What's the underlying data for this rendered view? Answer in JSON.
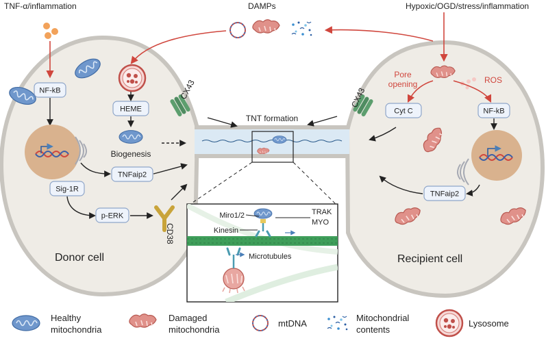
{
  "top_labels": {
    "left": "TNF-α/inflammation",
    "center": "DAMPs",
    "right": "Hypoxic/OGD/stress/inflammation"
  },
  "donor": {
    "name": "Donor cell",
    "boxes": {
      "nfkb": "NF-kB",
      "heme": "HEME",
      "tnfaip2": "TNFaip2",
      "sig1r": "Sig-1R",
      "perk": "p-ERK"
    },
    "biogenesis": "Biogenesis",
    "cd38": "CD38",
    "cx43": "CX43"
  },
  "recipient": {
    "name": "Recipient cell",
    "boxes": {
      "cytc": "Cyt C",
      "nfkb": "NF-kB",
      "tnfaip2": "TNFaip2"
    },
    "pore_opening": "Pore\nopening",
    "ros": "ROS",
    "cx43": "CX43"
  },
  "tnt_formation": "TNT formation",
  "inset": {
    "miro": "Miro1/2",
    "trak": "TRAK",
    "myo": "MYO",
    "kinesin": "Kinesin",
    "microtubules": "Microtubules"
  },
  "legend": [
    {
      "icon": "healthy-mitochondria-icon",
      "label": "Healthy\nmitochondria"
    },
    {
      "icon": "damaged-mitochondria-icon",
      "label": "Damaged\nmitochondria"
    },
    {
      "icon": "mtdna-icon",
      "label": "mtDNA"
    },
    {
      "icon": "mitochondrial-contents-icon",
      "label": "Mitochondrial\ncontents"
    },
    {
      "icon": "lysosome-icon",
      "label": "Lysosome"
    }
  ],
  "colors": {
    "cell_fill": "#efece6",
    "cell_stroke": "#c8c5bf",
    "nucleus": "#d9b28e",
    "box_fill": "#eef3fb",
    "box_stroke": "#8fa6c9",
    "red_arrow": "#d0463d",
    "red_text": "#d0463d",
    "healthy_mito": "#6f97cc",
    "damaged_mito": "#e0918a",
    "receptor": "#5c9e6e",
    "cd38": "#c9a43a",
    "microtubule": "#3f9e5a"
  }
}
